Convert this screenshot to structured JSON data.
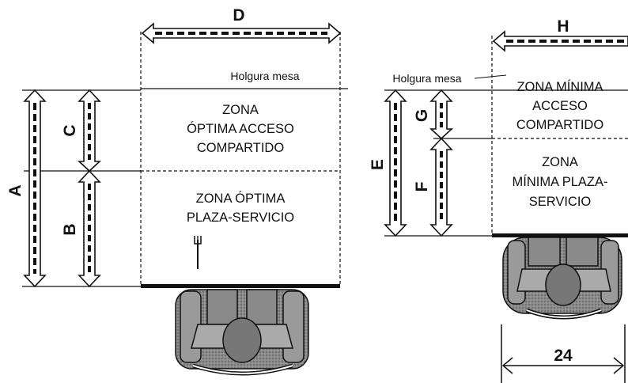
{
  "left": {
    "dim_top": "D",
    "clearance": "Holgura mesa",
    "zone_upper_lines": [
      "ZONA",
      "ÓPTIMA ACCESO",
      "COMPARTIDO"
    ],
    "zone_lower_lines": [
      "ZONA ÓPTIMA",
      "PLAZA-SERVICIO"
    ],
    "dim_total": "A",
    "dim_upper": "C",
    "dim_lower": "B"
  },
  "right": {
    "dim_top": "H",
    "clearance": "Holgura mesa",
    "zone_upper_lines": [
      "ZONA MÍNIMA",
      "ACCESO",
      "COMPARTIDO"
    ],
    "zone_lower_lines": [
      "ZONA",
      "MÍNIMA PLAZA-",
      "SERVICIO"
    ],
    "dim_total": "E",
    "dim_upper": "G",
    "dim_lower": "F",
    "dim_bottom": "24"
  },
  "colors": {
    "ink": "#111111",
    "chair": "#7a7a7a",
    "chair_light": "#bdbdbd"
  }
}
